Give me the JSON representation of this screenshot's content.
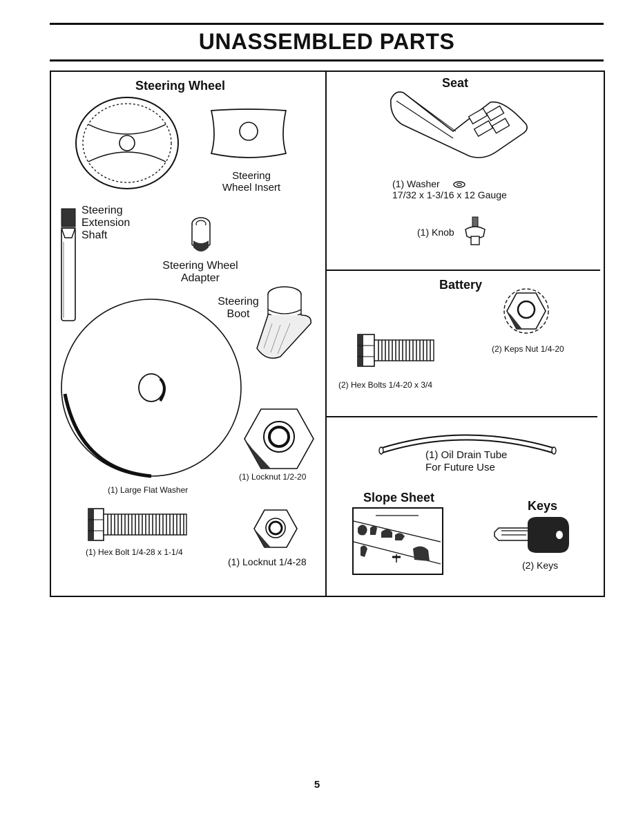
{
  "page": {
    "title": "UNASSEMBLED PARTS",
    "page_number": "5"
  },
  "left_panel": {
    "steering_wheel_heading": "Steering Wheel",
    "steering_wheel_insert": [
      "Steering",
      "Wheel Insert"
    ],
    "extension_shaft": [
      "Steering",
      "Extension",
      "Shaft"
    ],
    "wheel_adapter": [
      "Steering Wheel",
      "Adapter"
    ],
    "steering_boot": [
      "Steering",
      "Boot"
    ],
    "large_flat_washer": "(1) Large Flat Washer",
    "locknut_half": "(1) Locknut  1/2-20",
    "hex_bolt": "(1) Hex Bolt  1/4-28 x 1-1/4",
    "locknut_quarter": "(1) Locknut  1/4-28"
  },
  "right_panel": {
    "seat_heading": "Seat",
    "washer_line1": "(1) Washer",
    "washer_line2": "17/32 x 1-3/16 x 12 Gauge",
    "knob": "(1) Knob",
    "battery_heading": "Battery",
    "keps_nut": "(2) Keps Nut 1/4-20",
    "hex_bolts": "(2) Hex Bolts 1/4-20 x 3/4",
    "oil_drain_tube": [
      "(1) Oil Drain Tube",
      "For Future Use"
    ],
    "slope_sheet_heading": "Slope Sheet",
    "keys_heading": "Keys",
    "keys_label": "(2) Keys"
  }
}
